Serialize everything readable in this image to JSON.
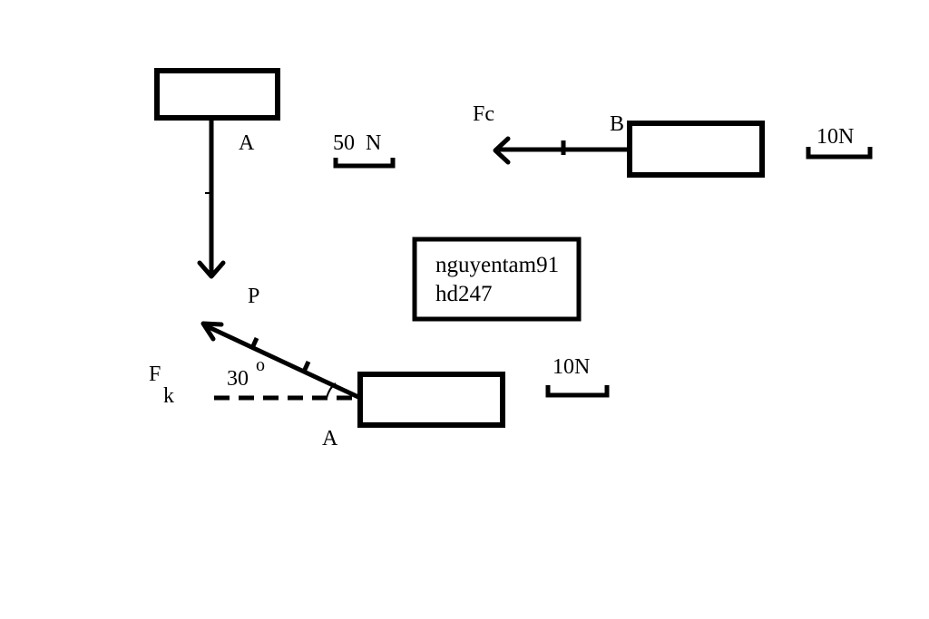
{
  "diagram_1": {
    "point_label": "A",
    "force_label": "P",
    "scale_label": "50  N"
  },
  "diagram_2": {
    "point_label": "B",
    "force_label": "Fc",
    "scale_label": "10N"
  },
  "diagram_3": {
    "point_label": "A",
    "force_label_main": "F",
    "force_label_sub": "k",
    "angle_value": "30",
    "angle_unit": "o",
    "scale_label": "10N"
  },
  "watermark": {
    "line1": "nguyentam91",
    "line2": "hd247"
  },
  "colors": {
    "ink": "#000000",
    "background": "#ffffff"
  }
}
